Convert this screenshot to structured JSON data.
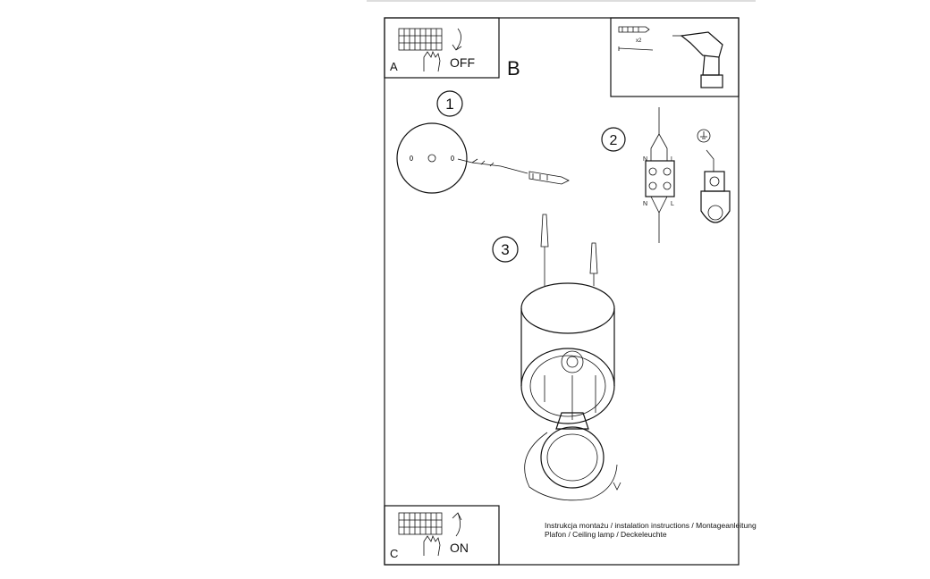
{
  "panels": {
    "a": {
      "letter": "A",
      "action": "OFF"
    },
    "b": {
      "letter": "B"
    },
    "c": {
      "letter": "C",
      "action": "ON"
    }
  },
  "tools": {
    "quantity": "x2"
  },
  "steps": [
    "1",
    "2",
    "3"
  ],
  "wiring": {
    "neutral": "N",
    "live": "L"
  },
  "footer": {
    "line1": "Instrukcja montażu / instalation instructions / Montageanleitung",
    "line2": "Plafon / Ceiling lamp / Deckeleuchte"
  }
}
